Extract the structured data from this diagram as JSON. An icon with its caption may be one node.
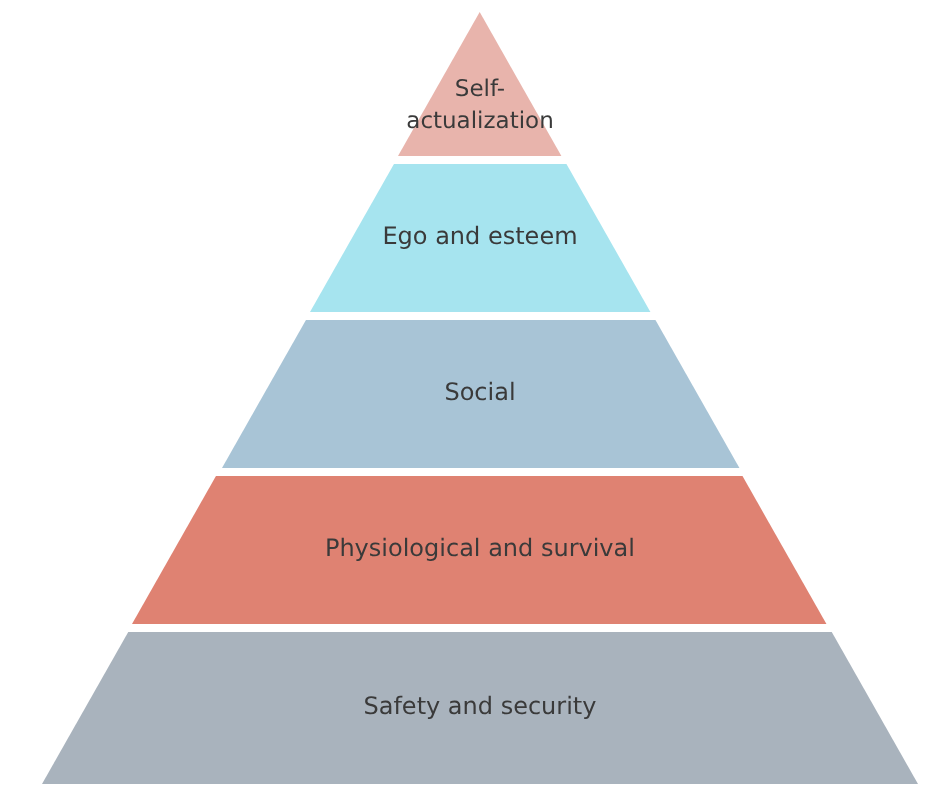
{
  "diagram": {
    "nodes": [
      {
        "text": [
          "Self-actualization"
        ]
      },
      {
        "text": [
          "Ego and esteem"
        ]
      },
      {
        "text": [
          "Social"
        ]
      },
      {
        "text": [
          "Physiological and survival"
        ]
      },
      {
        "text": [
          "Safety and security"
        ]
      }
    ]
  }
}
